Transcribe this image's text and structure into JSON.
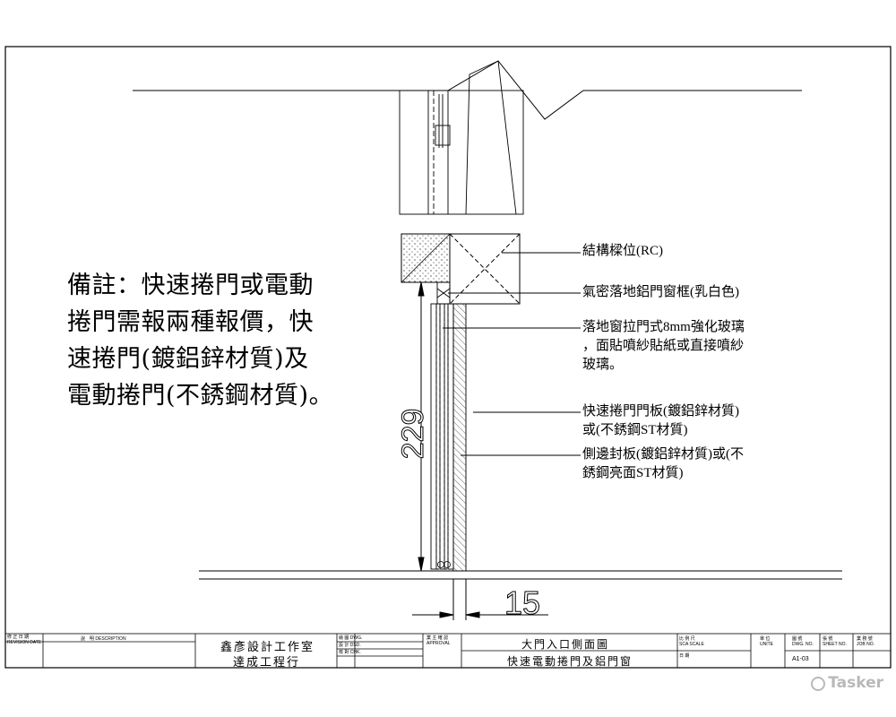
{
  "note": {
    "lines": [
      "備註：快速捲門或電動",
      "捲門需報兩種報價，快",
      "速捲門(鍍鋁鋅材質)及",
      "電動捲門(不銹鋼材質)。"
    ]
  },
  "callouts": [
    {
      "lines": [
        "結構樑位(RC)"
      ]
    },
    {
      "lines": [
        "氣密落地鋁門窗框(乳白色)"
      ]
    },
    {
      "lines": [
        "落地窗拉門式8mm強化玻璃",
        "，面貼噴紗貼紙或直接噴紗",
        "玻璃。"
      ]
    },
    {
      "lines": [
        "快速捲門門板(鍍鋁鋅材質)",
        "或(不銹鋼ST材質)"
      ]
    },
    {
      "lines": [
        "側邊封板(鍍鋁鋅材質)或(不",
        "銹鋼亮面ST材質)"
      ]
    }
  ],
  "dimensions": {
    "height": "229",
    "width": "15"
  },
  "title_block": {
    "revision_date": "修 正 日 期\nREVISION DATE",
    "description": "說　明 DESCRIPTION",
    "studio": "鑫彥設計工作室",
    "contractor": "達成工程行",
    "drawn": "繪 圖 DWG.",
    "designed": "設 計 DSD.",
    "checked": "核 對 CHK.",
    "approval": "業 主 確 認\nAPPROVAL",
    "title_1": "大門入口側面圖",
    "title_2": "快速電動捲門及鋁門窗",
    "scale": "比 例 尺\nSCA SCALE",
    "date": "日 期",
    "unit": "單 位\nUNITE",
    "dwg_no_label": "圖 號\nDWG. NO.",
    "sheet_no": "張 號\nSHEET NO.",
    "job_no": "業 務 號\nJOB NO.",
    "dwg_no": "A1-03"
  },
  "watermark": "Tasker"
}
